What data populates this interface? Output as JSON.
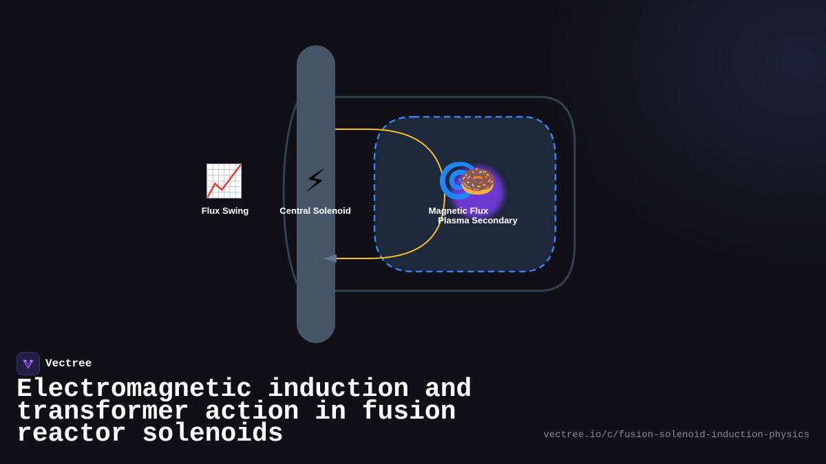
{
  "diagram": {
    "nodes": [
      {
        "id": "flux-swing",
        "label": "Flux Swing",
        "icon": "chart-increasing-icon",
        "glyph": "📈"
      },
      {
        "id": "central-solenoid",
        "label": "Central Solenoid",
        "icon": "lightning-bolt-icon",
        "glyph": "⚡"
      },
      {
        "id": "magnetic-flux",
        "label": "Magnetic Flux",
        "icon": "cyclone-icon",
        "glyph": "🌀"
      },
      {
        "id": "plasma-secondary",
        "label": "Plasma Secondary",
        "icon": "doughnut-icon",
        "glyph": "🍩"
      }
    ],
    "colors": {
      "solenoid": "#475569",
      "chamber_stroke": "#334155",
      "plasma_stroke": "#3b82f6",
      "plasma_fill": "#1e293b",
      "flux_line": "#fbbf24",
      "plasma_glow": "#7c3aed"
    }
  },
  "brand": {
    "name": "Vectree",
    "logo_icon": "vectree-logo-icon"
  },
  "title": "Electromagnetic induction and transformer action in fusion reactor solenoids",
  "url": "vectree.io/c/fusion-solenoid-induction-physics"
}
